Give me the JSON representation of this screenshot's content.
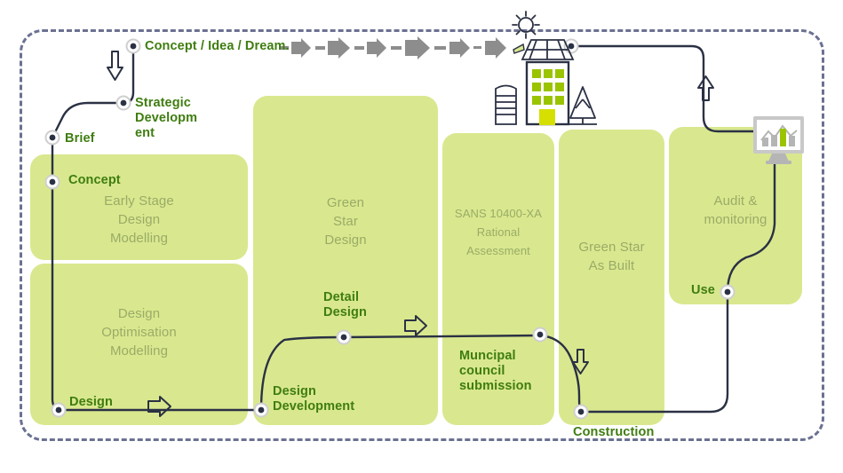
{
  "diagram": {
    "title": "Green building design and certification process flow",
    "background_color": "#ffffff",
    "frame_color": "#6b7191",
    "card_color": "#d9e88e",
    "label_color": "#3f7d10",
    "card_text_color": "#9aab68",
    "wire_color": "#2b3144",
    "arrow_gray": "#8d8d8d"
  },
  "cards": [
    {
      "name": "early-stage-design-modelling",
      "text": "Early Stage\nDesign\nModelling"
    },
    {
      "name": "design-optimisation-modelling",
      "text": "Design\nOptimisation\nModelling"
    },
    {
      "name": "green-star-design",
      "text": "Green\nStar\nDesign"
    },
    {
      "name": "sans-rational-assessment",
      "text": "SANS 10400-XA\nRational\nAssessment"
    },
    {
      "name": "green-star-as-built",
      "text": "Green Star\nAs Built"
    },
    {
      "name": "audit-and-monitoring",
      "text": "Audit &\nmonitoring"
    }
  ],
  "milestones": [
    {
      "name": "concept-idea-dream",
      "text": "Concept / Idea / Dream."
    },
    {
      "name": "strategic-development",
      "text": "Strategic\nDevelopm\nent"
    },
    {
      "name": "brief",
      "text": "Brief"
    },
    {
      "name": "concept",
      "text": "Concept"
    },
    {
      "name": "design",
      "text": "Design"
    },
    {
      "name": "design-development",
      "text": "Design\nDevelopment"
    },
    {
      "name": "detail-design",
      "text": "Detail\nDesign"
    },
    {
      "name": "municipal-council-submission",
      "text": "Muncipal\ncouncil\nsubmission"
    },
    {
      "name": "construction",
      "text": "Construction"
    },
    {
      "name": "use",
      "text": "Use"
    }
  ],
  "icons": {
    "sun": "sun-icon",
    "solar_panel": "solar-panel-icon",
    "building": "building-icon",
    "water_tank": "water-tank-icon",
    "tree": "tree-icon",
    "monitor_chart": "monitor-chart-icon",
    "arrow_down_1": "arrow-down-icon",
    "arrow_right_design": "arrow-right-icon",
    "arrow_right_detail": "arrow-right-icon",
    "arrow_down_construction": "arrow-down-icon",
    "arrow_up_right": "arrow-up-icon",
    "progress_arrows": "dashed-progress-arrows"
  }
}
